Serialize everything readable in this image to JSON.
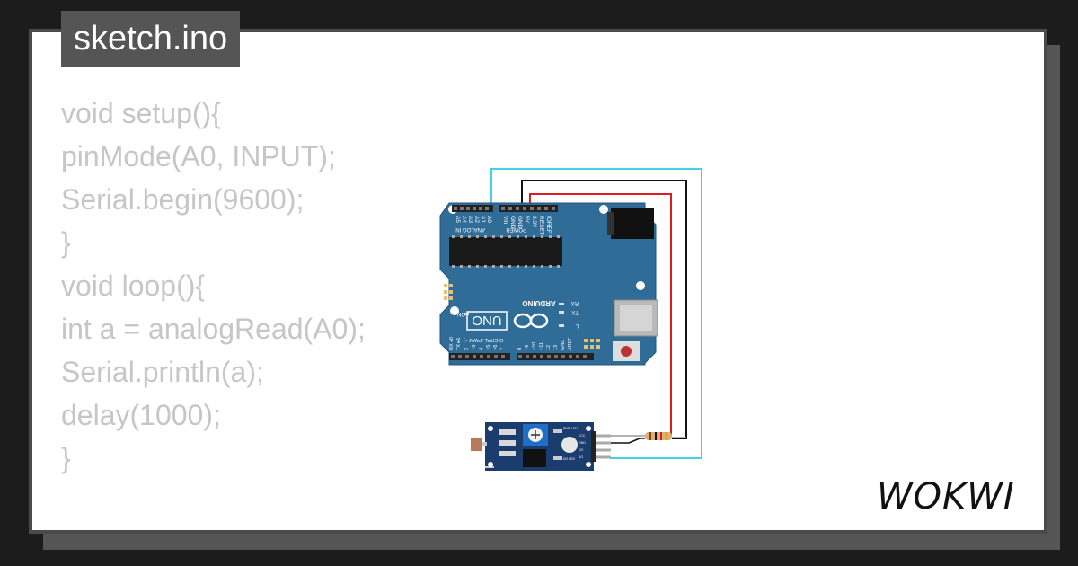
{
  "file": {
    "title": "sketch.ino"
  },
  "code": {
    "lines": [
      "void setup(){",
      "pinMode(A0, INPUT);",
      "Serial.begin(9600);",
      "}",
      "void loop(){",
      "int a = analogRead(A0);",
      "Serial.println(a);",
      "delay(1000);",
      "}"
    ]
  },
  "board": {
    "brand": "ARDUINO",
    "model": "UNO",
    "on_label": "ON",
    "tx_label": "TX",
    "rx_label": "RX",
    "l_label": "L",
    "digital_label": "DIGITAL (PWM ~)",
    "analog_label": "ANALOG IN",
    "power_label": "POWER",
    "analog_pins": [
      "A5",
      "A4",
      "A3",
      "A2",
      "A1",
      "A0"
    ],
    "power_pins": [
      "Vin",
      "GND",
      "GND",
      "5V",
      "3.3V",
      "RESET",
      "IOREF"
    ],
    "digital_pins": [
      "0",
      "1",
      "2",
      "~3",
      "4",
      "~5",
      "~6",
      "7",
      "8",
      "~9",
      "~10",
      "~11",
      "12",
      "13",
      "GND",
      "AREF"
    ],
    "rx0": "RX ◂0",
    "tx1": "TX ▸1"
  },
  "sensor": {
    "pins": [
      "VCC",
      "GND",
      "DO",
      "AO"
    ],
    "leds": [
      "PWR LED",
      "DO LED"
    ]
  },
  "colors": {
    "background": "#1c1c1c",
    "card": "#ffffff",
    "badge": "#555555",
    "code_text": "#c6c6c6",
    "board_blue": "#2f6c98",
    "sensor_blue": "#1b3d6e",
    "wire_cyan": "#3fd3e6",
    "wire_red": "#e01b1b",
    "wire_black": "#111111"
  },
  "brand": {
    "name": "WOKWI"
  }
}
